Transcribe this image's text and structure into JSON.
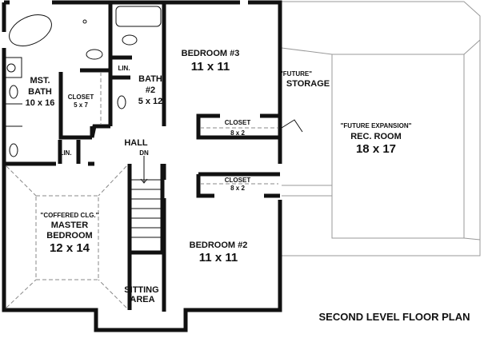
{
  "title": "SECOND LEVEL FLOOR PLAN",
  "rooms": {
    "bedroom3": {
      "name": "BEDROOM #3",
      "size": "11 x 11"
    },
    "mst_bath": {
      "line1": "MST.",
      "line2": "BATH",
      "size": "10 x 16"
    },
    "closet_mst": {
      "name": "CLOSET",
      "size": "5 x 7"
    },
    "bath2": {
      "line1": "BATH",
      "line2": "#2",
      "size": "5 x 12"
    },
    "lin1": "LIN.",
    "lin2": "LIN.",
    "hall": {
      "name": "HALL",
      "stair": "DN"
    },
    "closet_b3": {
      "name": "CLOSET",
      "size": "8 x 2"
    },
    "closet_b2": {
      "name": "CLOSET",
      "size": "8 x 2"
    },
    "storage": {
      "line1": "\"FUTURE\"",
      "line2": "STORAGE"
    },
    "rec_room": {
      "note": "\"FUTURE EXPANSION\"",
      "name": "REC. ROOM",
      "size": "18 x 17"
    },
    "master_bedroom": {
      "note": "\"COFFERED CLG.\"",
      "line1": "MASTER",
      "line2": "BEDROOM",
      "size": "12 x 14"
    },
    "bedroom2": {
      "name": "BEDROOM #2",
      "size": "11 x 11"
    },
    "sitting": {
      "line1": "SITTING",
      "line2": "AREA"
    }
  }
}
